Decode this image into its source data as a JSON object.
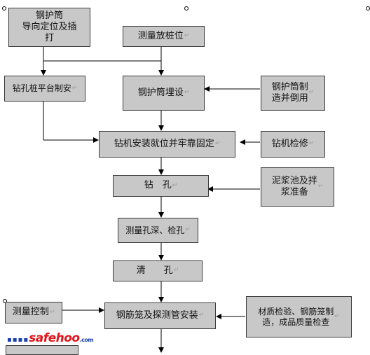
{
  "nodes": {
    "casing_guide": "钢护筒\n导向定位及插\n打",
    "survey_stake": "测量放桩位",
    "drill_platform": "钻孔桩平台制安",
    "casing_bury": "钢护筒埋设",
    "casing_make": "钢护筒制\n造并倒用",
    "rig_install": "钻机安装就位并牢靠固定",
    "rig_repair": "钻机检修",
    "drilling": "钻　孔",
    "mud_pool": "泥浆池及拌\n浆准备",
    "depth_check": "测量孔深、检孔",
    "cleaning": "清　　孔",
    "survey_control": "测量控制",
    "cage_install": "钢筋笼及探测管安装",
    "material_check": "材质检验、钢筋笼制\n造，成品质量检查"
  },
  "paragraph_mark": "↵",
  "watermark": {
    "dots": "▪▪▪▪",
    "brand": "safehoo",
    "domain": ".com"
  }
}
